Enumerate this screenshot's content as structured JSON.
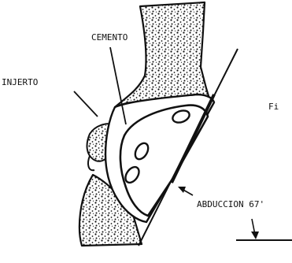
{
  "labels": {
    "cement": "CEMENTO",
    "graft": "INJERTO",
    "figure_fragment": "Fi",
    "abduction": "ABDUCCION 67'"
  },
  "colors": {
    "ink": "#111111",
    "paper": "#ffffff"
  }
}
